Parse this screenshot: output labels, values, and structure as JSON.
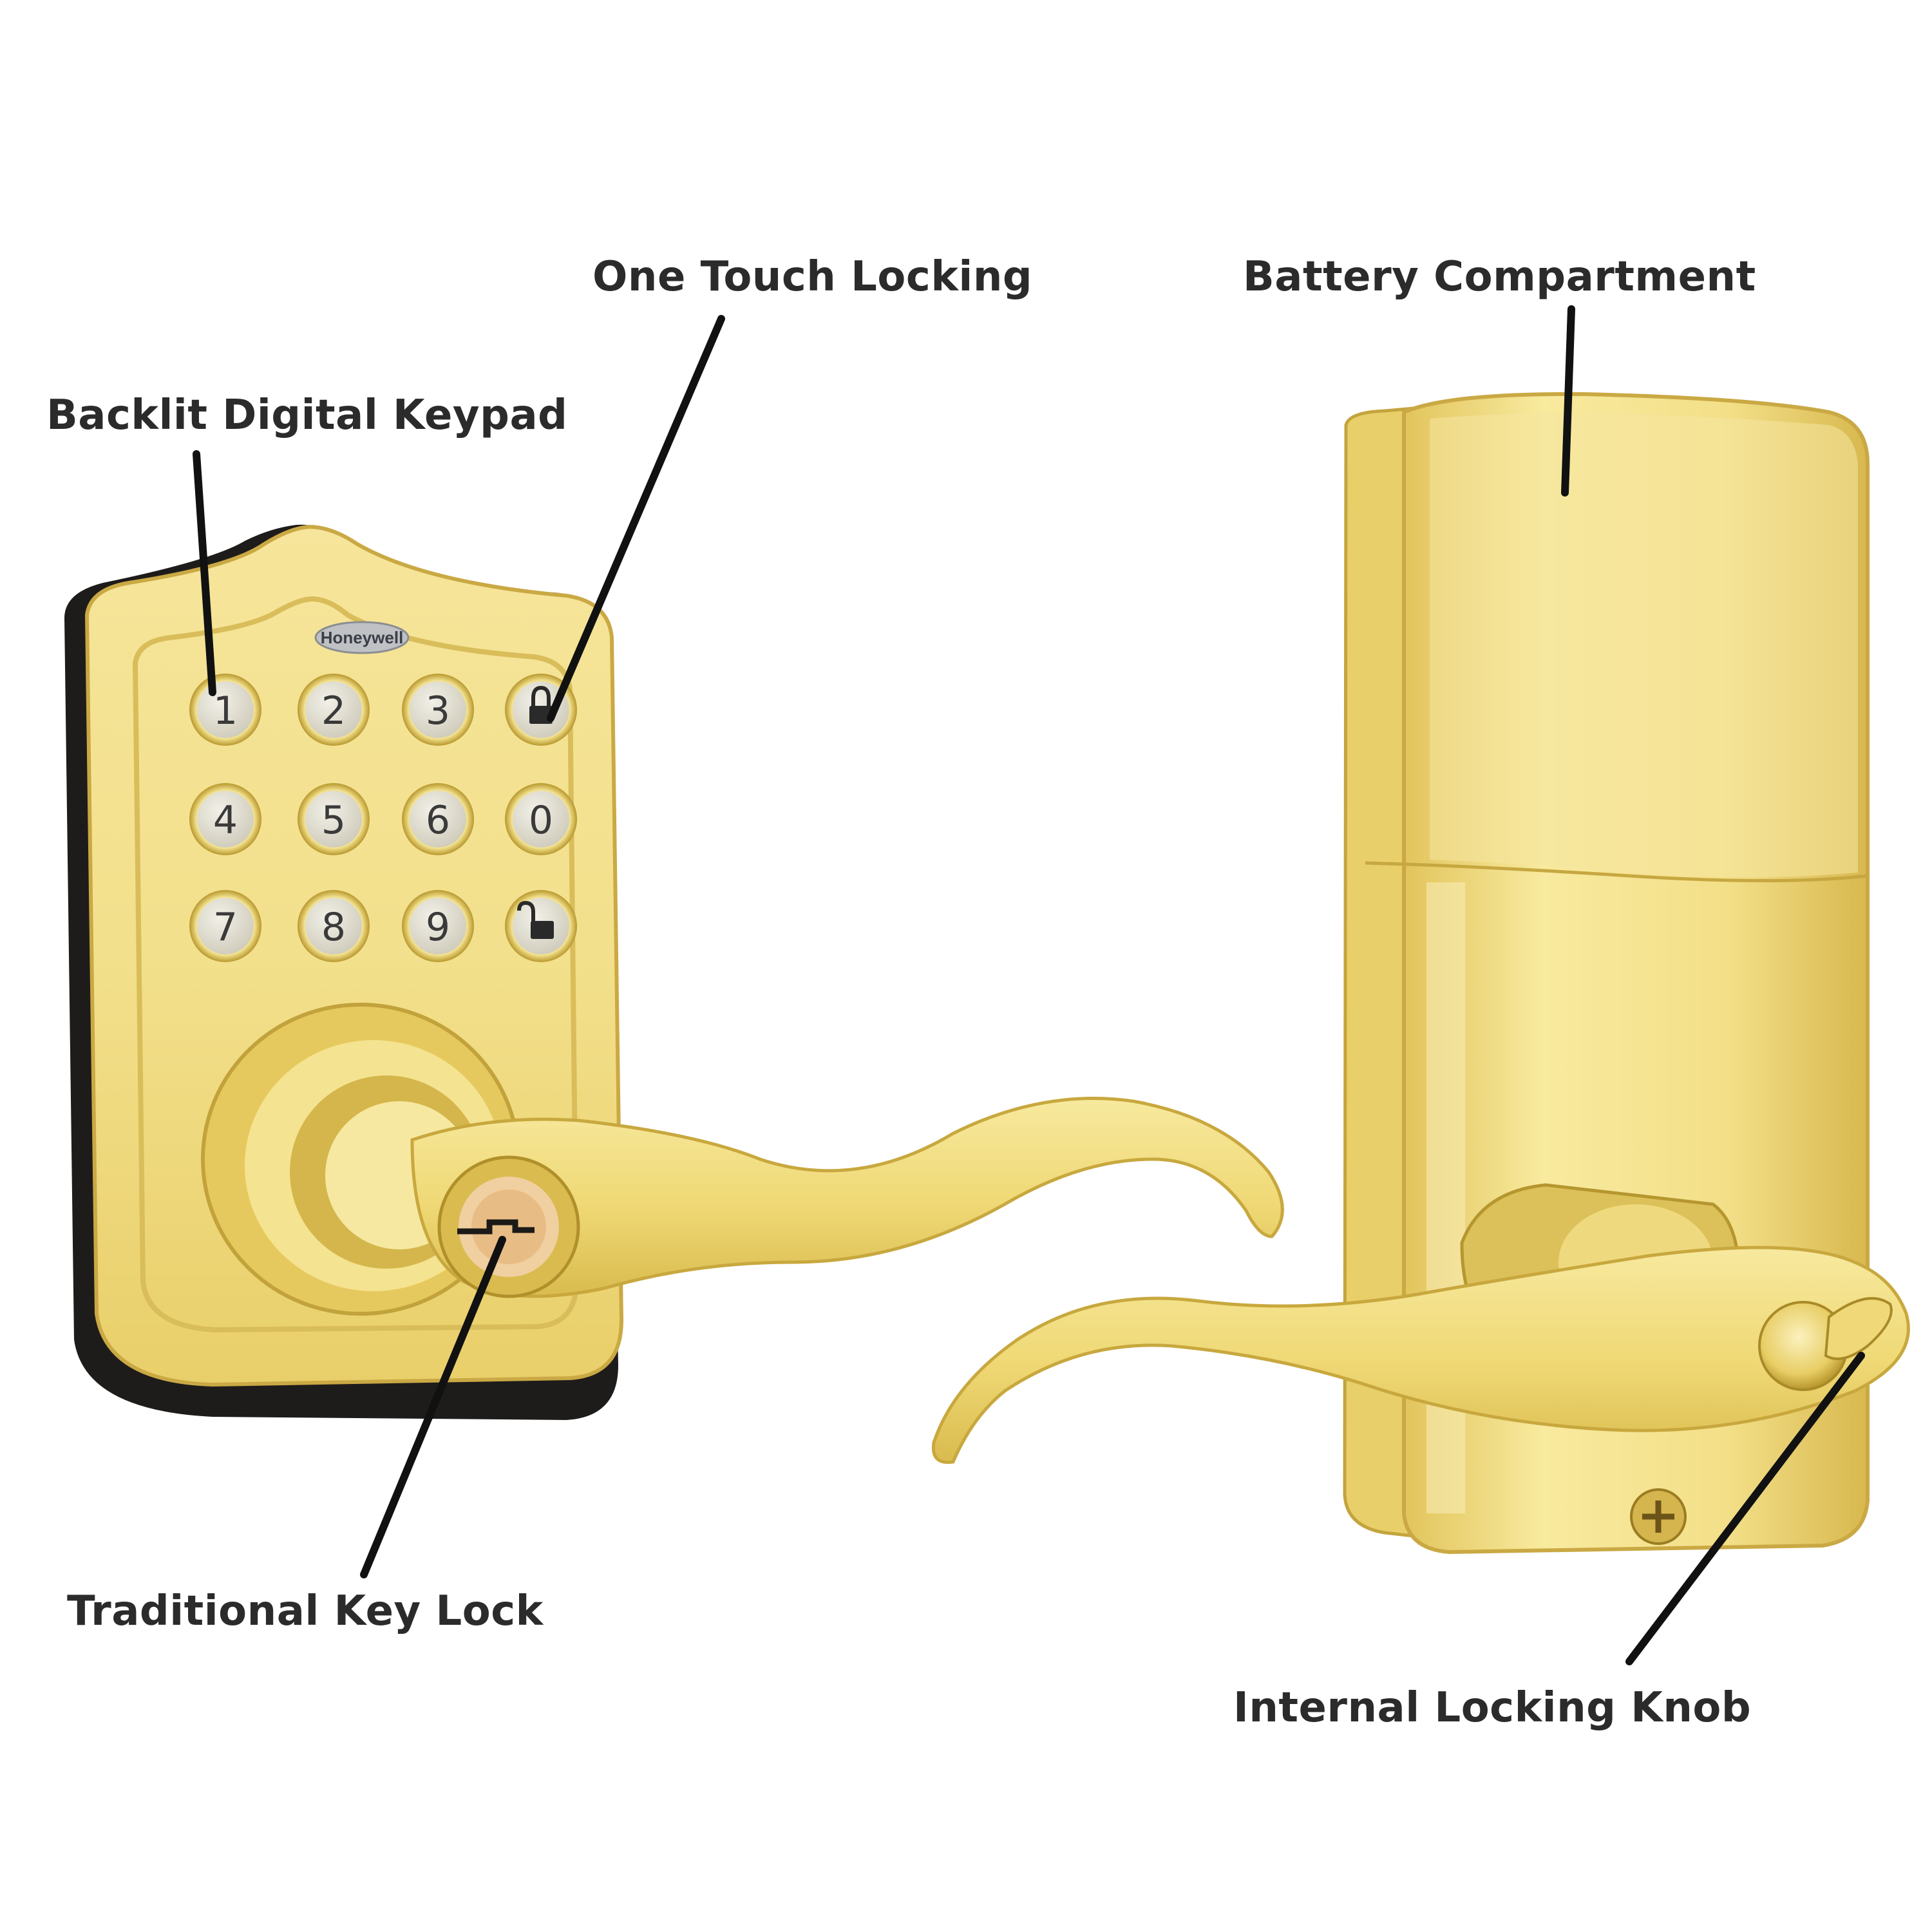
{
  "callouts": {
    "backlit_keypad": "Backlit Digital Keypad",
    "one_touch_locking": "One Touch Locking",
    "battery_compartment": "Battery Compartment",
    "traditional_key_lock": "Traditional Key Lock",
    "internal_locking_knob": "Internal Locking Knob"
  },
  "keypad": {
    "brand": "Honeywell",
    "keys": [
      "1",
      "2",
      "3",
      "4",
      "5",
      "6",
      "0",
      "7",
      "8",
      "9"
    ]
  },
  "colors": {
    "brass": "#f1dc7e",
    "brass_light": "#fbf0b4",
    "brass_dark": "#b99a2c",
    "key_face": "#e3e1d6",
    "label_text": "#2b2b2b",
    "leader_line": "#111111"
  }
}
